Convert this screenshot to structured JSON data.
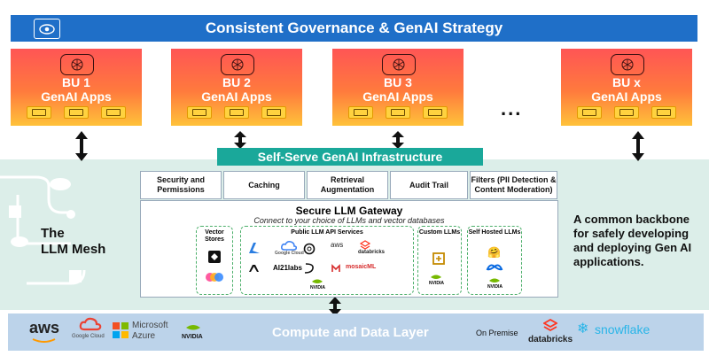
{
  "header": {
    "title": "Consistent Governance & GenAI Strategy",
    "icon": "eye-icon"
  },
  "business_units": [
    {
      "name": "BU 1",
      "subtitle": "GenAI Apps"
    },
    {
      "name": "BU 2",
      "subtitle": "GenAI Apps"
    },
    {
      "name": "BU 3",
      "subtitle": "GenAI Apps"
    },
    {
      "name": "BU x",
      "subtitle": "GenAI Apps"
    }
  ],
  "ellipsis": "...",
  "infrastructure": {
    "title": "Self-Serve GenAI Infrastructure",
    "components": [
      "Security and Permissions",
      "Caching",
      "Retrieval Augmentation",
      "Audit Trail",
      "Filters (PII Detection & Content Moderation)"
    ]
  },
  "gateway": {
    "title": "Secure LLM Gateway",
    "subtitle": "Connect to your choice of LLMs and vector databases",
    "vector_stores": {
      "label": "Vector Stores"
    },
    "public_apis": {
      "label": "Public LLM API Services",
      "providers": [
        "Google Cloud",
        "aws",
        "databricks",
        "AI21labs",
        "mosaicML",
        "NVIDIA"
      ]
    },
    "custom_llms": {
      "label": "Custom LLMs",
      "providers": [
        "NVIDIA"
      ]
    },
    "self_hosted_llms": {
      "label": "Self Hosted LLMs",
      "providers": [
        "NVIDIA"
      ]
    }
  },
  "mesh": {
    "title_line1": "The",
    "title_line2": "LLM Mesh"
  },
  "backbone_text": "A common backbone for safely developing and deploying Gen AI applications.",
  "compute": {
    "title": "Compute and Data Layer",
    "vendors": [
      "aws",
      "Google Cloud",
      "Microsoft",
      "Azure",
      "NVIDIA",
      "On Premise",
      "databricks",
      "snowflake"
    ]
  },
  "colors": {
    "header_bg": "#1f6fc8",
    "infra_bg": "#1aa89a",
    "mesh_bg": "#dceee9",
    "compute_bg": "#bcd3ea"
  }
}
